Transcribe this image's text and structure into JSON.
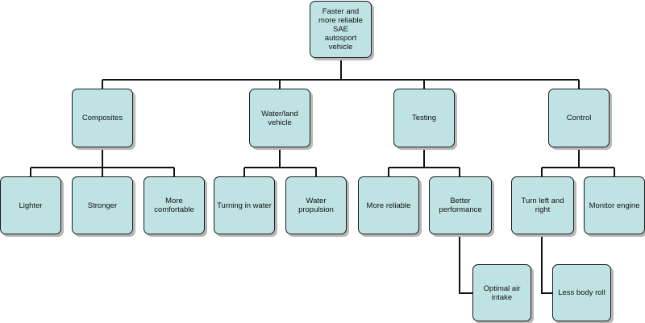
{
  "diagram": {
    "root": {
      "label": "Faster and\nmore reliable SAE\nautosport vehicle"
    },
    "branches": [
      {
        "label": "Composites",
        "children": [
          {
            "label": "Lighter"
          },
          {
            "label": "Stronger"
          },
          {
            "label": "More comfortable"
          }
        ]
      },
      {
        "label": "Water/land vehicle",
        "children": [
          {
            "label": "Turning in water"
          },
          {
            "label": "Water propulsion"
          }
        ]
      },
      {
        "label": "Testing",
        "children": [
          {
            "label": "More reliable"
          },
          {
            "label": "Better performance",
            "sub": {
              "label": "Optimal air intake"
            }
          }
        ]
      },
      {
        "label": "Control",
        "children": [
          {
            "label": "Turn left and right",
            "sub": {
              "label": "Less body roll"
            }
          },
          {
            "label": "Monitor engine"
          }
        ]
      }
    ]
  }
}
